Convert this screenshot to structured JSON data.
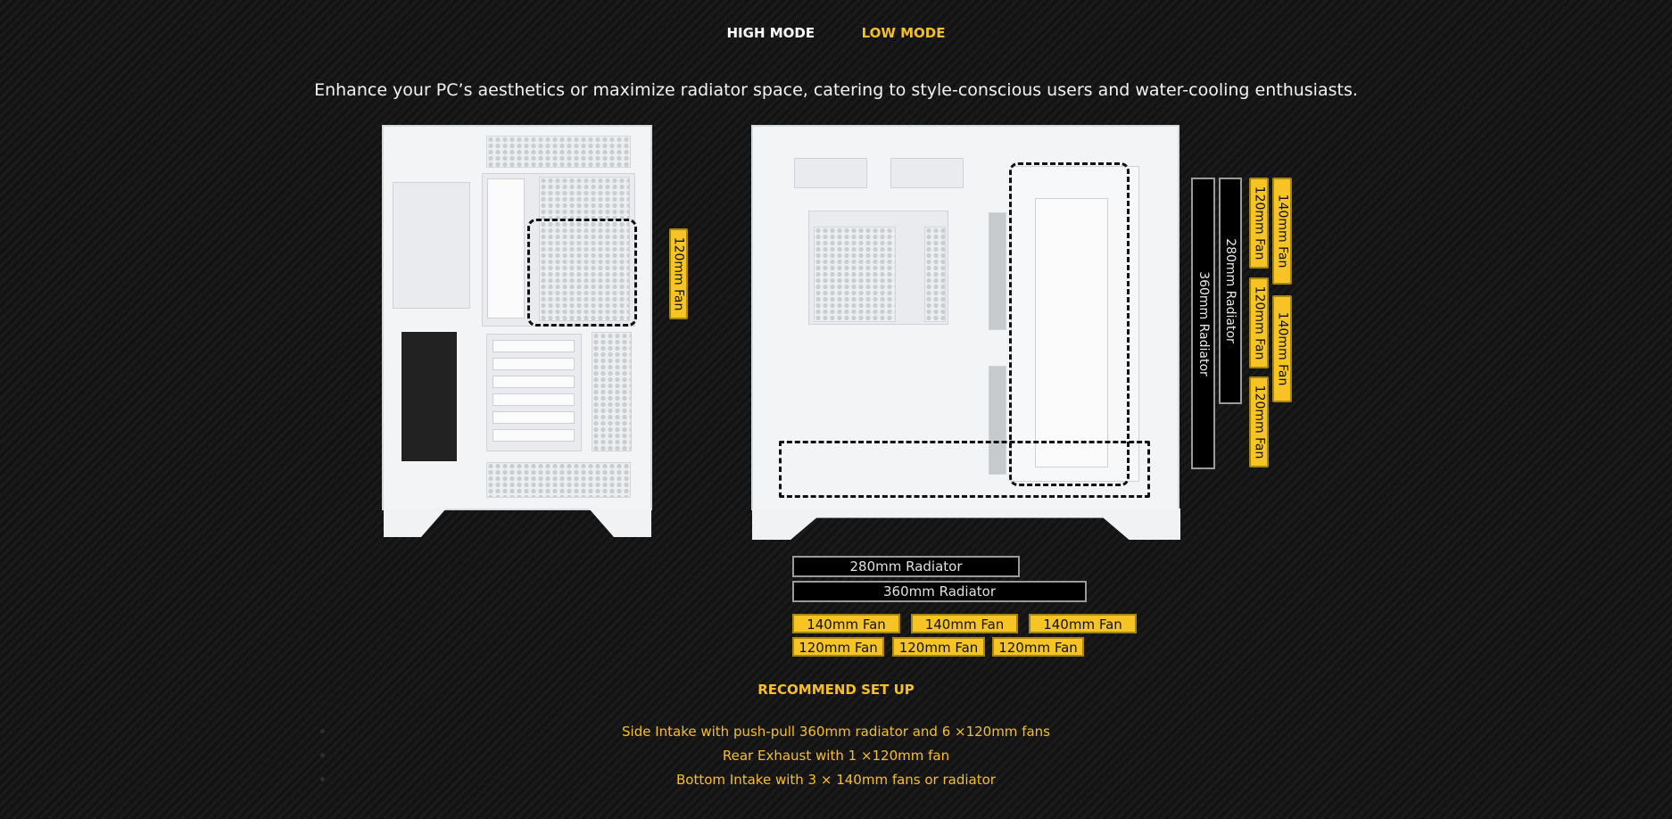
{
  "tabs": [
    {
      "label": "HIGH MODE"
    },
    {
      "label": "LOW MODE"
    }
  ],
  "tagline": "Enhance your PC’s aesthetics or maximize radiator space, catering to style-conscious users and water-cooling enthusiasts.",
  "side_badges": {
    "rear_fan": "120mm Fan",
    "rad_360": "360mm Radiator",
    "rad_280": "280mm Radiator",
    "fan_120": [
      "120mm Fan",
      "120mm Fan",
      "120mm Fan"
    ],
    "fan_140": [
      "140mm Fan",
      "140mm Fan"
    ]
  },
  "bottom_badges": {
    "rad_280": "280mm Radiator",
    "rad_360": "360mm Radiator",
    "fan_140": [
      "140mm Fan",
      "140mm Fan",
      "140mm Fan"
    ],
    "fan_120": [
      "120mm Fan",
      "120mm Fan",
      "120mm Fan"
    ]
  },
  "recommend": {
    "title": "RECOMMEND SET UP",
    "items": [
      "Side Intake with push-pull 360mm radiator and 6 ×120mm fans",
      "Rear Exhaust with 1 ×120mm fan",
      "Bottom Intake with 3 × 140mm fans or radiator"
    ]
  },
  "colors": {
    "accent": "#f6c022",
    "fan_badge": "#f6c525",
    "radiator_badge": "#000000",
    "active_tab": "#ffffff"
  }
}
